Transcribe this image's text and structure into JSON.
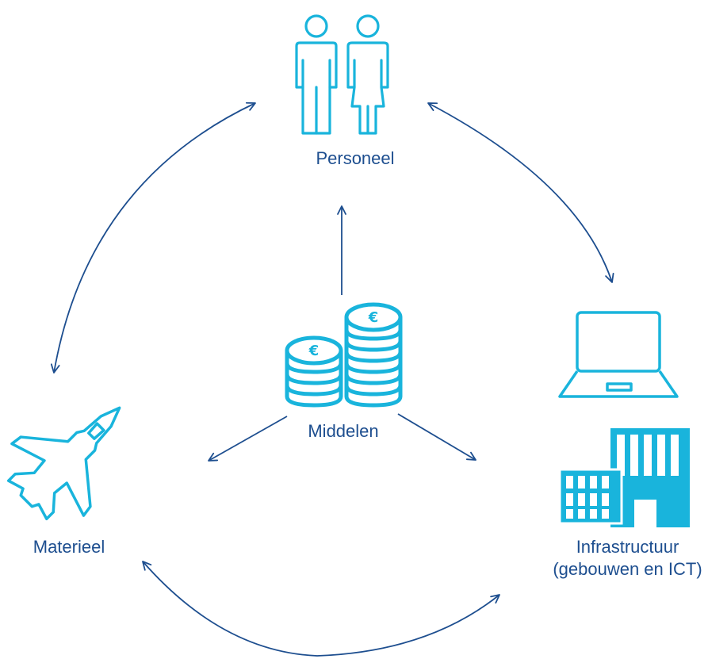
{
  "colors": {
    "icon": "#19b4dc",
    "arrow": "#1d4e8f",
    "text": "#1d4e8f"
  },
  "nodes": {
    "personeel": {
      "label": "Personeel",
      "icon": "people-icon"
    },
    "middelen": {
      "label": "Middelen",
      "icon": "coin-stacks-euro-icon",
      "currency_symbol": "€"
    },
    "materieel": {
      "label": "Materieel",
      "icon": "fighter-jet-icon"
    },
    "infrastructuur": {
      "label_line1": "Infrastructuur",
      "label_line2": "(gebouwen en ICT)",
      "icons": [
        "laptop-icon",
        "office-building-icon"
      ]
    }
  }
}
